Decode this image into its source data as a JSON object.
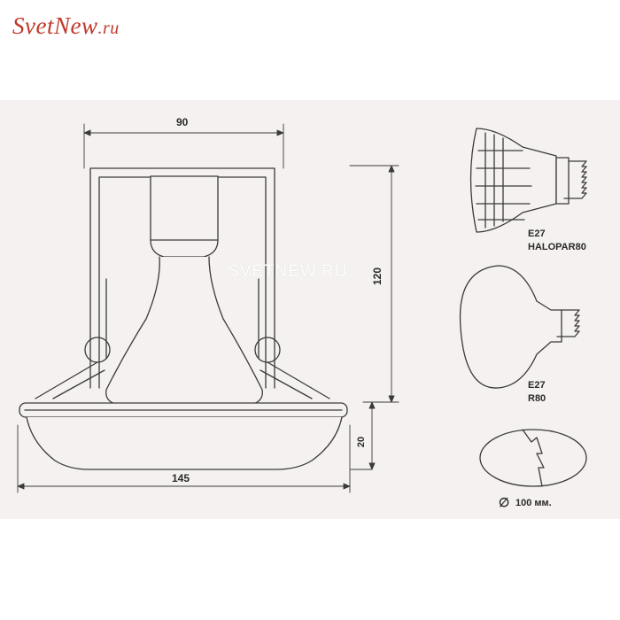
{
  "logo": {
    "prefix": "Svet",
    "accent": "New",
    "domain": ".ru"
  },
  "watermark": "SVETNEW.RU",
  "dimensions": {
    "width_top": "90",
    "height_total": "120",
    "rim_height": "20",
    "width_bottom": "145"
  },
  "lamps": [
    {
      "base": "E27",
      "type": "HALOPAR80"
    },
    {
      "base": "E27",
      "type": "R80"
    }
  ],
  "cutout": {
    "symbol": "∅",
    "size": "100 мм."
  },
  "colors": {
    "logo": "#c0392b",
    "line": "#3a3a3a",
    "panel": "#f4f1f0"
  }
}
